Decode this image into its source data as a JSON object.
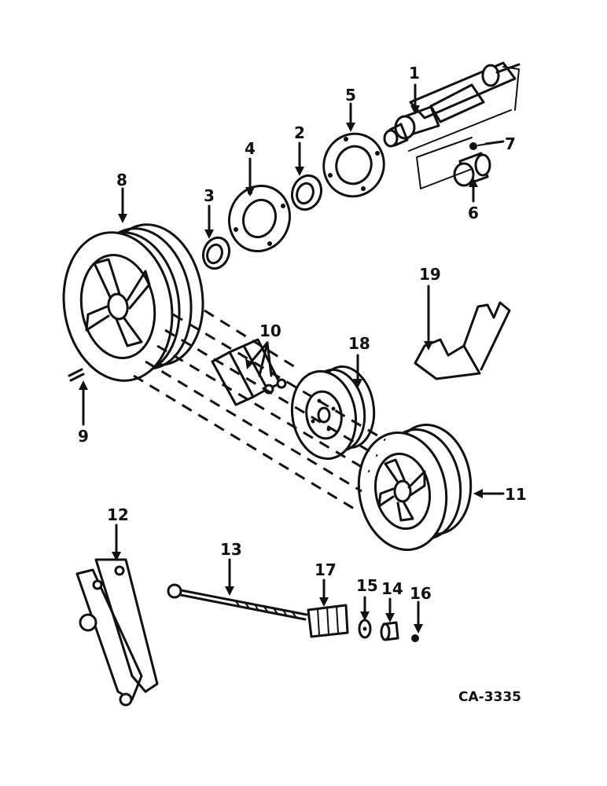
{
  "diagram": {
    "drawing_number": "CA-3335",
    "callouts": [
      "1",
      "2",
      "3",
      "4",
      "5",
      "6",
      "7",
      "8",
      "9",
      "10",
      "11",
      "12",
      "13",
      "14",
      "15",
      "16",
      "17",
      "18",
      "19"
    ]
  }
}
